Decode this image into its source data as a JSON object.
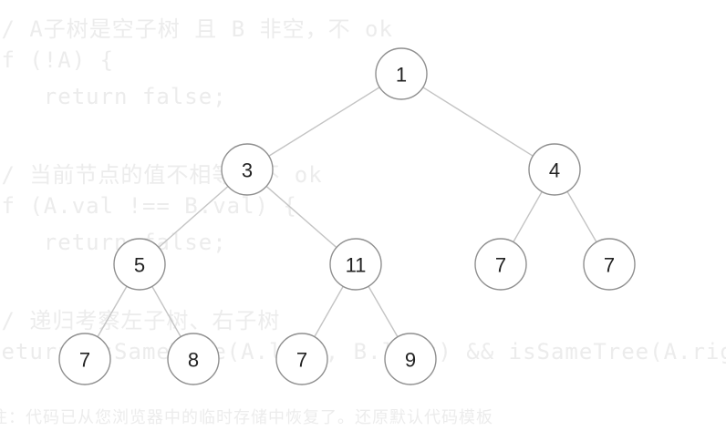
{
  "background_code": {
    "lines": [
      "// A子树是空子树 且 B 非空，不 ok",
      "if (!A) {",
      "    return false;",
      "",
      "// 当前节点的值不相等，不 ok",
      "if (A.val !== B.val) {",
      "    return false;",
      "",
      "// 递归考察左子树、右子树",
      "return isSameTree(A.left, B.left) && isSameTree(A.right, B.right);",
      "",
      "注：代码已从您浏览器中的临时存储中恢复了。还原默认代码模板"
    ]
  },
  "tree": {
    "nodes": [
      {
        "id": "n1",
        "value": "1"
      },
      {
        "id": "n3",
        "value": "3"
      },
      {
        "id": "n4",
        "value": "4"
      },
      {
        "id": "n5",
        "value": "5"
      },
      {
        "id": "n11",
        "value": "11"
      },
      {
        "id": "n7a",
        "value": "7"
      },
      {
        "id": "n7b",
        "value": "7"
      },
      {
        "id": "n7c",
        "value": "7"
      },
      {
        "id": "n8",
        "value": "8"
      },
      {
        "id": "n7d",
        "value": "7"
      },
      {
        "id": "n9",
        "value": "9"
      }
    ],
    "edges": [
      [
        "n1",
        "n3"
      ],
      [
        "n1",
        "n4"
      ],
      [
        "n3",
        "n5"
      ],
      [
        "n3",
        "n11"
      ],
      [
        "n4",
        "n7a"
      ],
      [
        "n4",
        "n7b"
      ],
      [
        "n5",
        "n7c"
      ],
      [
        "n5",
        "n8"
      ],
      [
        "n11",
        "n7d"
      ],
      [
        "n11",
        "n9"
      ]
    ]
  },
  "colors": {
    "edge": "#c4c4c4",
    "node_border": "#8f8f8f",
    "node_fill": "#ffffff",
    "label": "#222222"
  }
}
